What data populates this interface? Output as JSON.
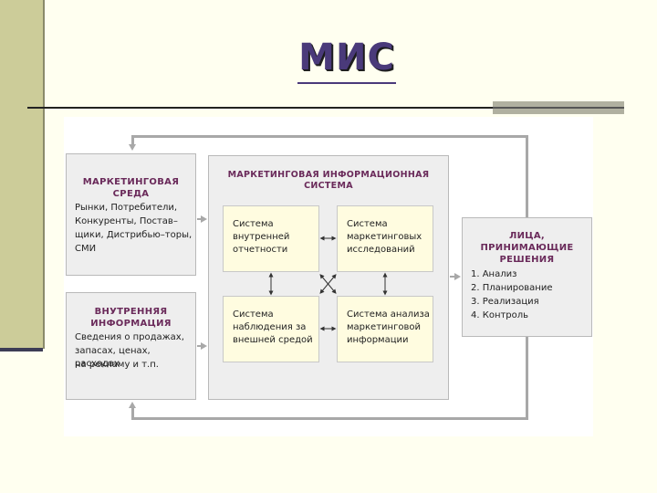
{
  "slide": {
    "title": "МИС"
  },
  "diagram": {
    "environment": {
      "title_line1": "МАРКЕТИНГОВАЯ",
      "title_line2": "СРЕДА",
      "lines": [
        "Рынки, Потребители,",
        "Конкуренты, Постав–",
        "щики, Дистрибью–торы,",
        "СМИ"
      ]
    },
    "internal_info": {
      "title_line1": "ВНУТРЕННЯЯ",
      "title_line2": "ИНФОРМАЦИЯ",
      "lines": [
        "Сведения о продажах,",
        "запасах, ценах, расходах",
        "на рекламу и т.п."
      ]
    },
    "mis": {
      "title": "МАРКЕТИНГОВАЯ ИНФОРМАЦИОННАЯ СИСТЕМА",
      "subsystems": [
        {
          "lines": [
            "Система",
            "внутренней",
            "отчетности"
          ]
        },
        {
          "lines": [
            "Система",
            "маркетинговых",
            "исследований"
          ]
        },
        {
          "lines": [
            "Система",
            "наблюдения за",
            "внешней средой"
          ]
        },
        {
          "lines": [
            "Система анализа",
            "маркетинговой",
            "информации"
          ]
        }
      ]
    },
    "decision_makers": {
      "title_line1": "ЛИЦА,",
      "title_line2": "ПРИНИМАЮЩИЕ",
      "title_line3": "РЕШЕНИЯ",
      "items": [
        "1. Анализ",
        "2. Планирование",
        "3. Реализация",
        "4. Контроль"
      ]
    }
  }
}
